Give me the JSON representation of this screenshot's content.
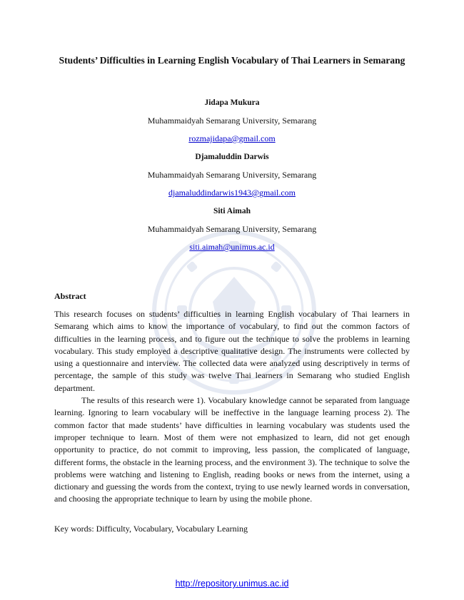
{
  "title": "Students’ Difficulties in Learning English Vocabulary of Thai Learners in Semarang",
  "authors": [
    {
      "name": "Jidapa Mukura",
      "affiliation": "Muhammaidyah Semarang University, Semarang",
      "email": "rozmajidapa@gmail.com"
    },
    {
      "name": "Djamaluddin Darwis",
      "affiliation": "Muhammaidyah Semarang University, Semarang",
      "email": "djamaluddindarwis1943@gmail.com"
    },
    {
      "name": "Siti Aimah",
      "affiliation": "Muhammaidyah Semarang University, Semarang",
      "email": "siti.aimah@unimus.ac.id"
    }
  ],
  "abstract": {
    "heading": "Abstract",
    "paragraph1": "This research focuses on students’ difficulties in learning English vocabulary of Thai learners in Semarang which aims to know the importance of vocabulary, to find out the common factors of difficulties in the learning process, and to figure out the technique to solve the problems in learning vocabulary. This study employed a descriptive qualitative design. The instruments were collected by using a questionnaire and interview. The collected data were analyzed using descriptively in terms of percentage, the sample of this study was twelve Thai learners in Semarang who studied English department.",
    "paragraph2": "The results of this research were 1). Vocabulary knowledge cannot be separated from language learning. Ignoring to learn vocabulary will be ineffective in the language learning process 2). The common factor that made students’ have difficulties in learning vocabulary was students used the improper technique to learn. Most of them were not emphasized to learn, did not get enough opportunity to practice, do not commit to improving, less passion, the complicated of language, different forms, the obstacle in the learning process, and the environment 3). The technique to solve the problems were watching and listening to English, reading books or news from the internet, using a dictionary and guessing the words from the context, trying to use newly learned words in conversation, and choosing the appropriate technique to learn by using the mobile phone."
  },
  "keywords": "Key words: Difficulty, Vocabulary, Vocabulary Learning",
  "footer": {
    "link": "http://repository.unimus.ac.id"
  },
  "watermark": {
    "icon": "university-seal-icon"
  }
}
